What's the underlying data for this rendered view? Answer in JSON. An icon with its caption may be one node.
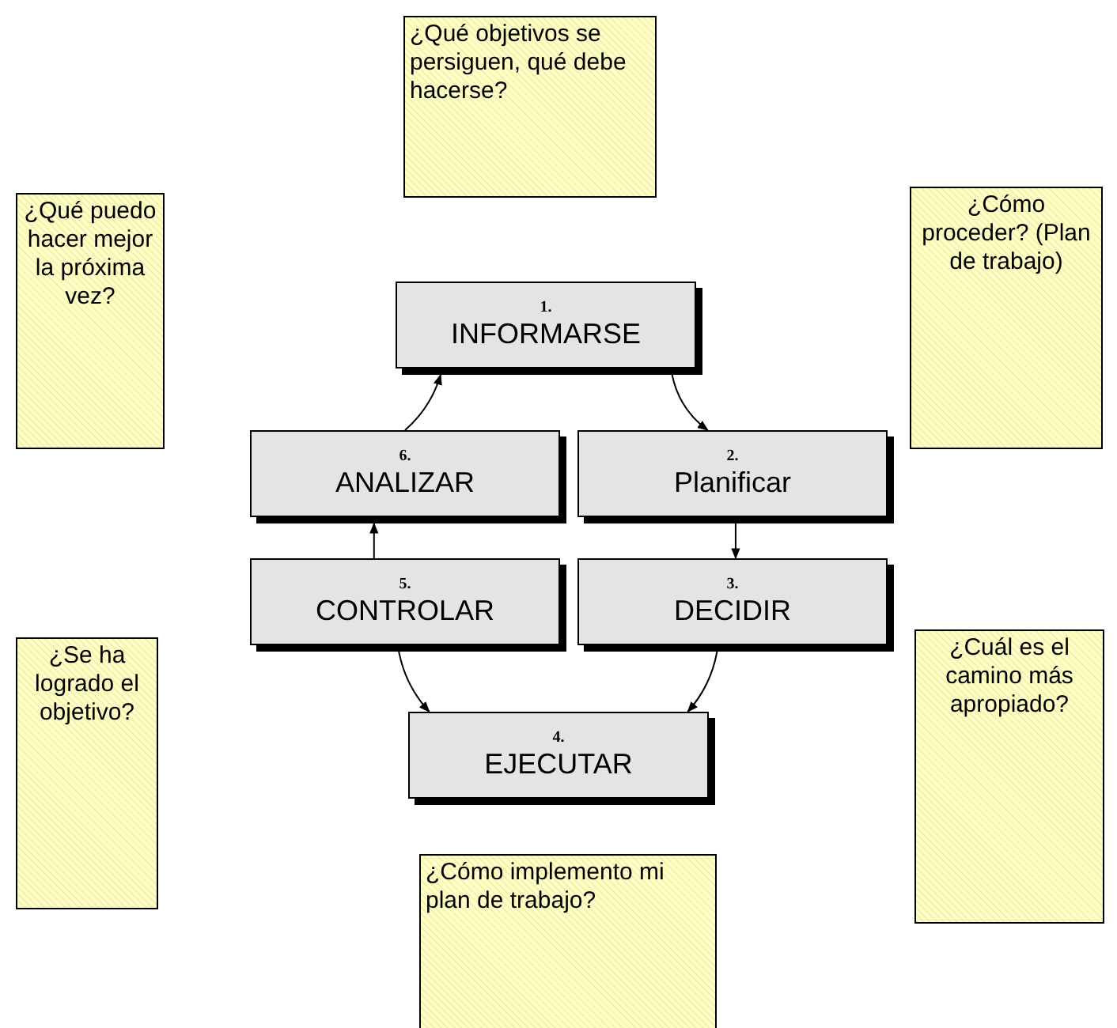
{
  "diagram": {
    "nodes": [
      {
        "text": [
          "¿Qué objetivos se persiguen, qué debe hacerse?"
        ]
      },
      {
        "text": [
          "¿Qué puedo hacer mejor la próxima vez?"
        ]
      },
      {
        "text": [
          "¿Cómo proceder? (Plan de trabajo)"
        ]
      },
      {
        "text": [
          "1.",
          "INFORMARSE"
        ]
      },
      {
        "text": [
          "6.",
          "ANALIZAR"
        ]
      },
      {
        "text": [
          "2.",
          "Planificar"
        ]
      },
      {
        "text": [
          "5.",
          "CONTROLAR"
        ]
      },
      {
        "text": [
          "3.",
          "DECIDIR"
        ]
      },
      {
        "text": [
          "¿Se ha logrado el objetivo?"
        ]
      },
      {
        "text": [
          "¿Cuál es el camino más apropiado?"
        ]
      },
      {
        "text": [
          "4.",
          "EJECUTAR"
        ]
      },
      {
        "text": [
          "¿Cómo implemento mi plan de trabajo?"
        ]
      }
    ],
    "edges": [
      {
        "from": 3,
        "to": 5,
        "arrow": "to"
      },
      {
        "from": 5,
        "to": 7,
        "arrow": "to"
      },
      {
        "from": 7,
        "to": 10,
        "arrow": "to"
      },
      {
        "from": 6,
        "to": 10,
        "arrow": "to"
      },
      {
        "from": 6,
        "to": 4,
        "arrow": "to"
      },
      {
        "from": 4,
        "to": 3,
        "arrow": "to"
      }
    ]
  }
}
